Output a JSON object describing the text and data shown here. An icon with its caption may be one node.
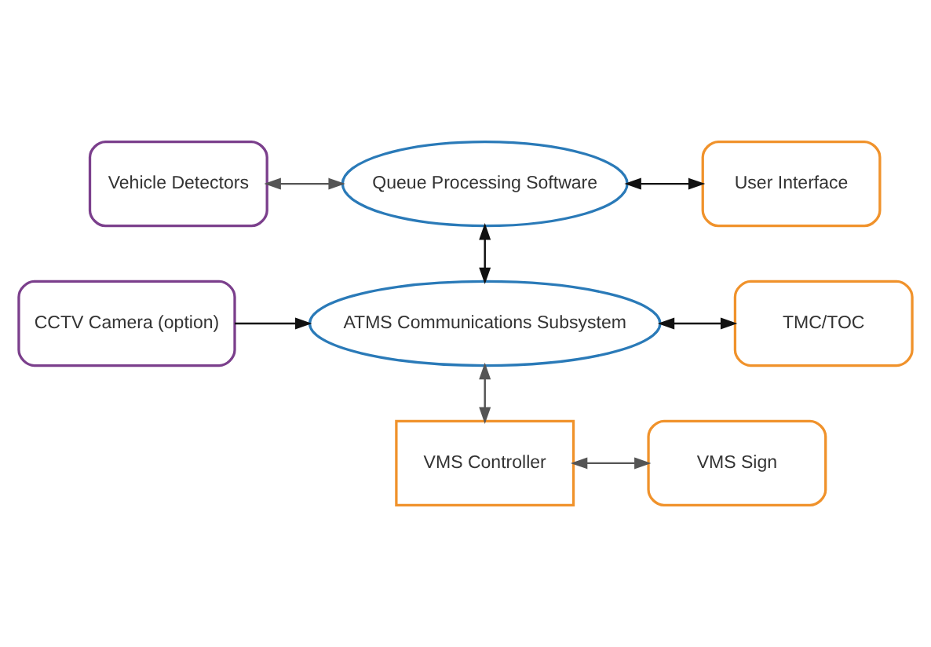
{
  "diagram": {
    "nodes": [
      {
        "text": [
          "Vehicle Detectors"
        ]
      },
      {
        "text": [
          "Queue Processing Software"
        ]
      },
      {
        "text": [
          "User Interface"
        ]
      },
      {
        "text": [
          "CCTV Camera (option)"
        ]
      },
      {
        "text": [
          "ATMS Communications Subsystem"
        ]
      },
      {
        "text": [
          "TMC/TOC"
        ]
      },
      {
        "text": [
          "VMS Controller"
        ]
      },
      {
        "text": [
          "VMS Sign"
        ]
      }
    ],
    "edges": [
      {
        "from": 0,
        "to": 1,
        "arrow": "both",
        "color": "#555555"
      },
      {
        "from": 1,
        "to": 2,
        "arrow": "both"
      },
      {
        "from": 1,
        "to": 4,
        "arrow": "both"
      },
      {
        "from": 3,
        "to": 4,
        "arrow": "to"
      },
      {
        "from": 4,
        "to": 5,
        "arrow": "both"
      },
      {
        "from": 4,
        "to": 6,
        "arrow": "both",
        "color": "#555555"
      },
      {
        "from": 6,
        "to": 7,
        "arrow": "both",
        "color": "#555555"
      }
    ]
  }
}
